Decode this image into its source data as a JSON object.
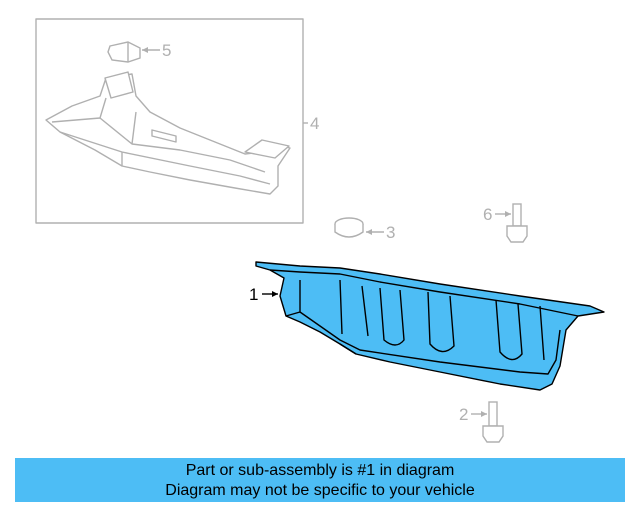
{
  "callouts": {
    "part1": "1",
    "part2": "2",
    "part3": "3",
    "part4": "4",
    "part5": "5",
    "part6": "6"
  },
  "banner": {
    "line1": "Part or sub-assembly is #1 in diagram",
    "line2": "Diagram may not be specific to your vehicle"
  },
  "colors": {
    "highlight": "#4dbdf5",
    "line_gray": "#b0b0b0"
  }
}
